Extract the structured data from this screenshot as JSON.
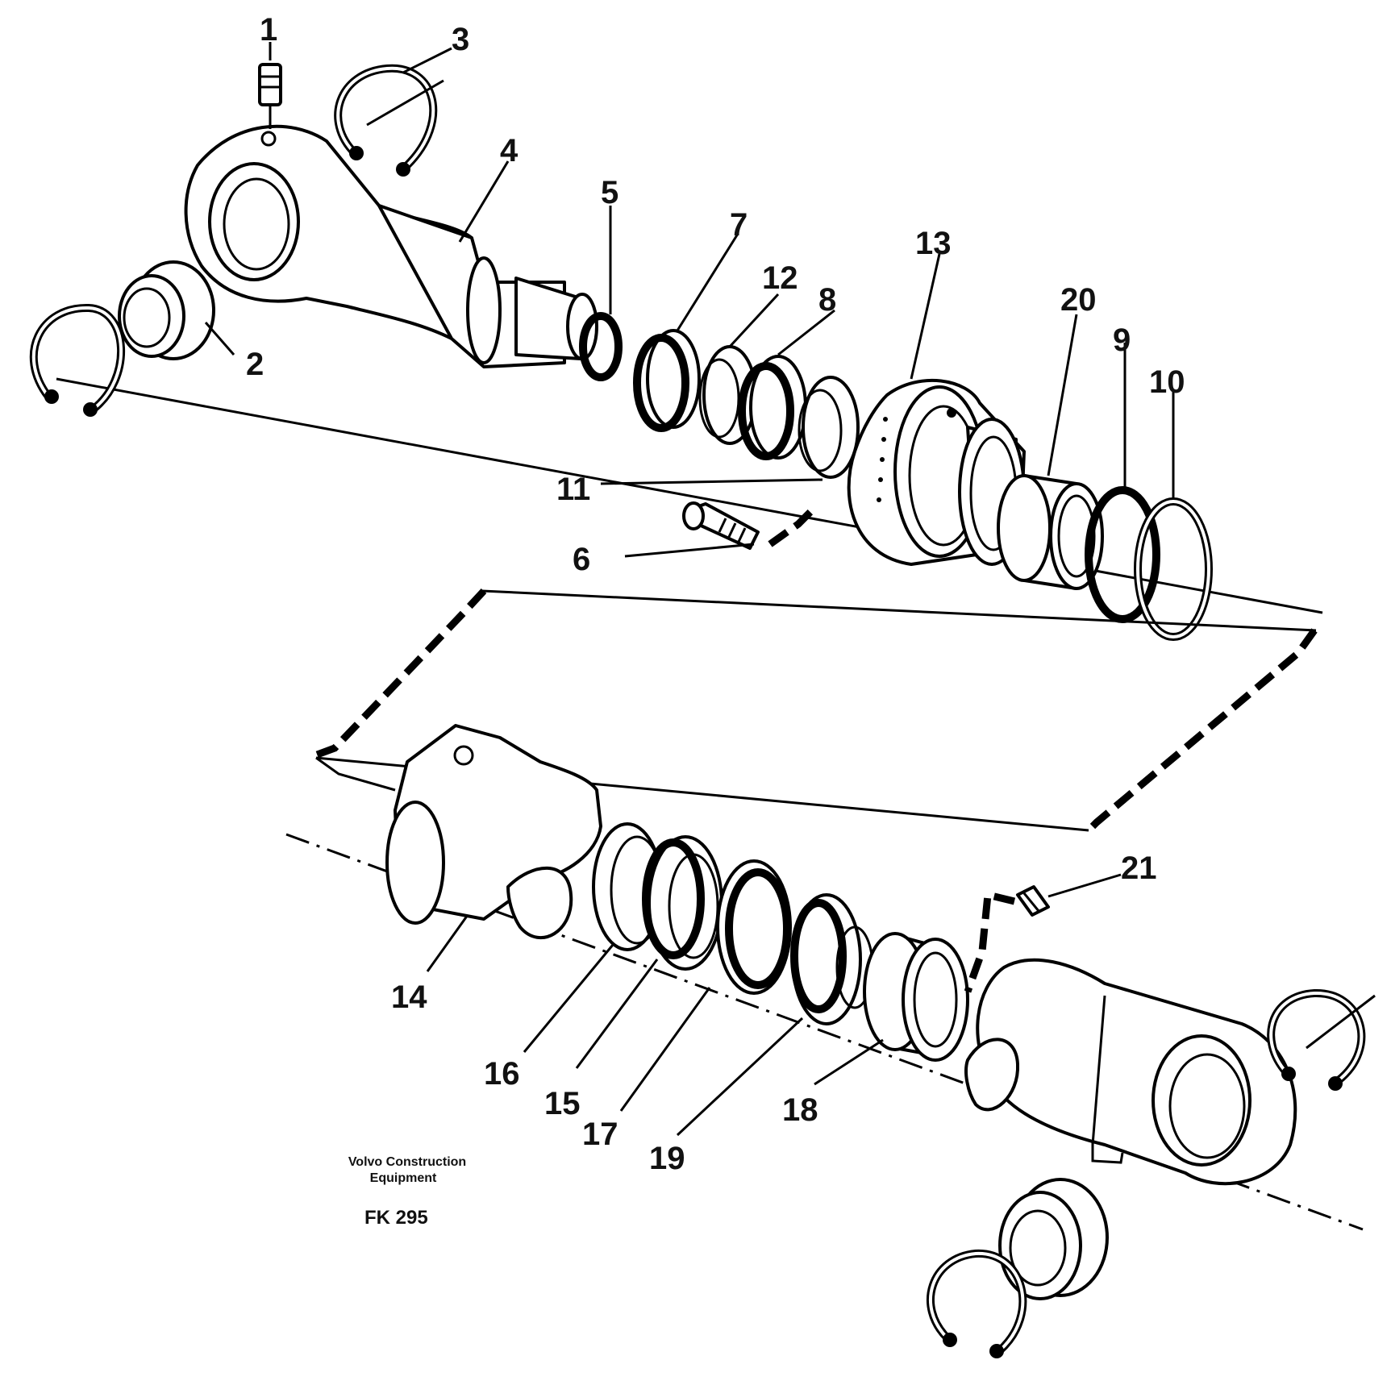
{
  "callouts": [
    "1",
    "2",
    "3",
    "4",
    "5",
    "6",
    "7",
    "8",
    "9",
    "10",
    "11",
    "12",
    "13",
    "14",
    "15",
    "16",
    "17",
    "18",
    "19",
    "20",
    "21"
  ],
  "caption": {
    "line1": "Volvo Construction",
    "line2": "Equipment",
    "code": "FK 295"
  }
}
